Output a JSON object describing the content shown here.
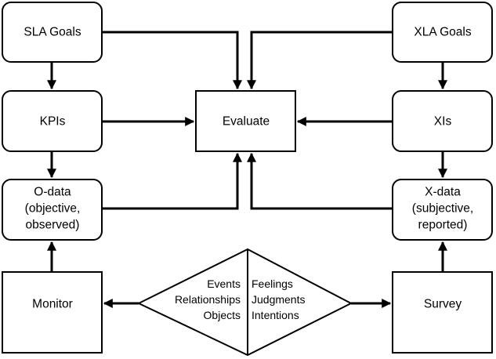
{
  "nodes": {
    "sla_goals": "SLA Goals",
    "xla_goals": "XLA Goals",
    "kpis": "KPIs",
    "evaluate": "Evaluate",
    "xis": "XIs",
    "odata": [
      "O-data",
      "(objective,",
      "observed)"
    ],
    "xdata": [
      "X-data",
      "(subjective,",
      "reported)"
    ],
    "monitor": "Monitor",
    "survey": "Survey"
  },
  "diamond": {
    "left": [
      "Events",
      "Relationships",
      "Objects"
    ],
    "right": [
      "Feelings",
      "Judgments",
      "Intentions"
    ]
  }
}
